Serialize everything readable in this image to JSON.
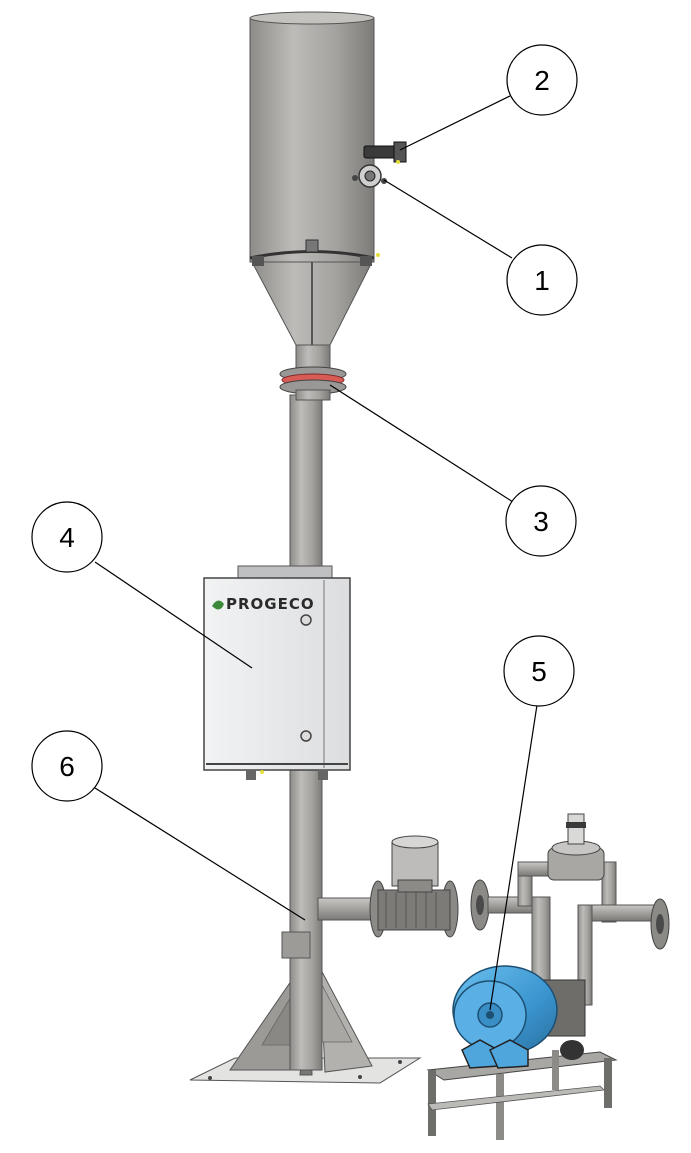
{
  "diagram": {
    "callouts": [
      {
        "id": "1",
        "label": "1"
      },
      {
        "id": "2",
        "label": "2"
      },
      {
        "id": "3",
        "label": "3"
      },
      {
        "id": "4",
        "label": "4"
      },
      {
        "id": "5",
        "label": "5"
      },
      {
        "id": "6",
        "label": "6"
      }
    ],
    "cabinet_logo": "PROGECO",
    "colors": {
      "steel": "#a9a7a4",
      "steel_dark": "#6f6d6a",
      "cabinet": "#e6e7e8",
      "flange_red": "#d95b55",
      "blower_blue": "#3f9bd3",
      "logo_green": "#3a8a3a"
    }
  }
}
